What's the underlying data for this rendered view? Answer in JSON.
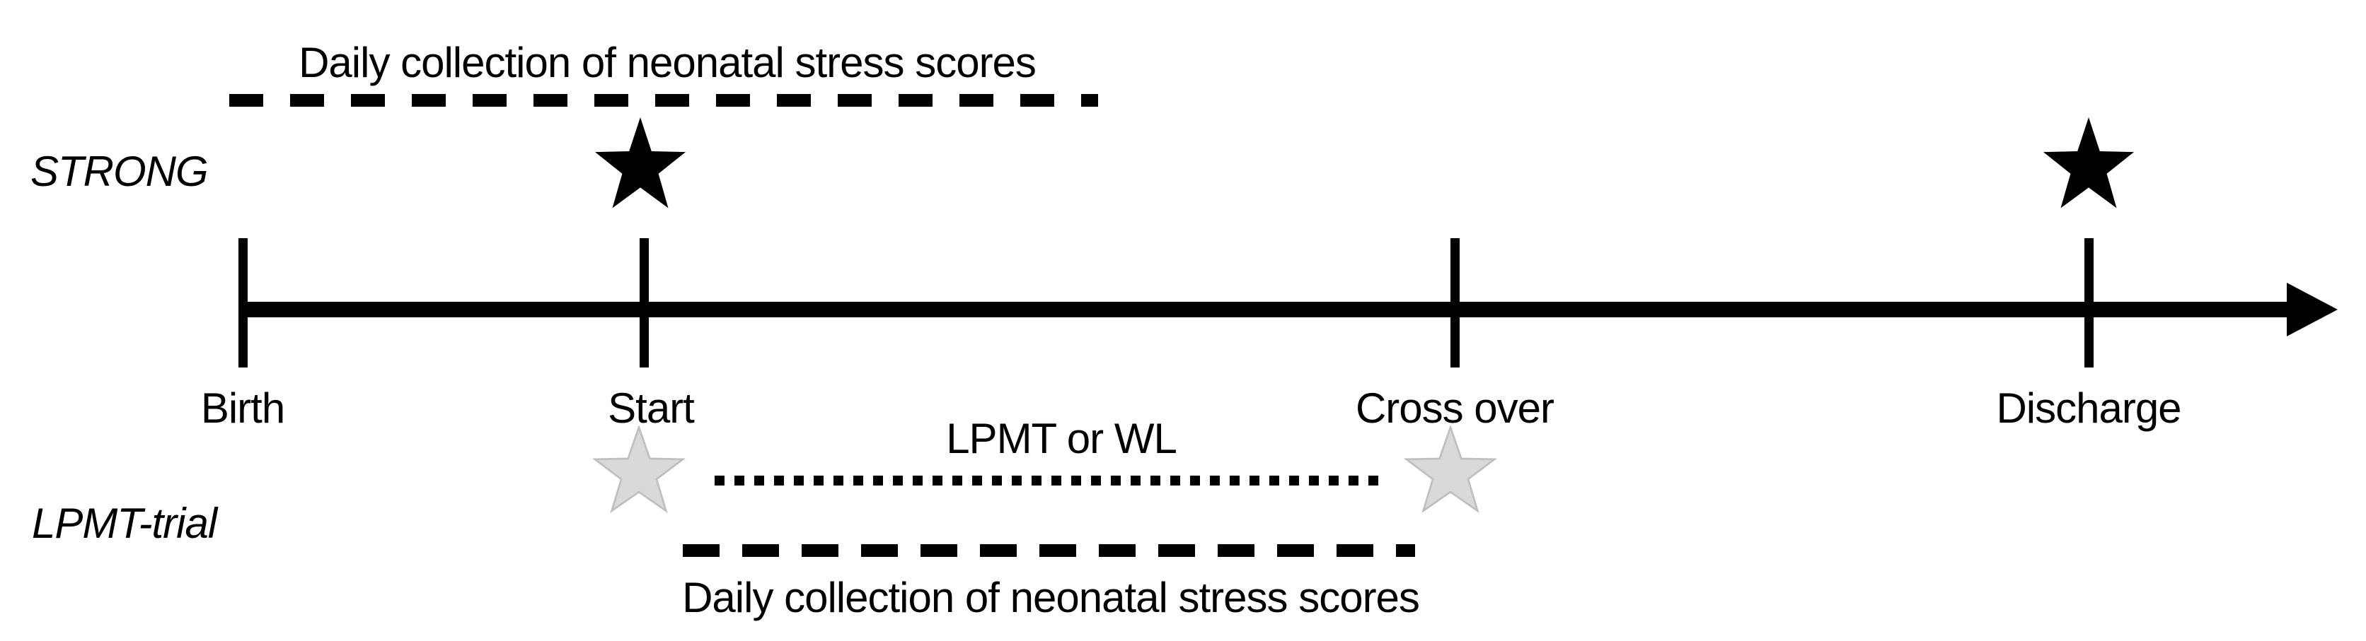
{
  "figure": {
    "background_color": "#ffffff",
    "ink_color": "#000000",
    "strong_row_label": "STRONG",
    "lpmt_row_label": "LPMT-trial",
    "top_annotation": {
      "label": "Daily collection of neonatal stress scores",
      "line_style": "dashed"
    },
    "bottom_annotation": {
      "label": "Daily collection of neonatal stress scores",
      "line_style": "dashed"
    },
    "intervention": {
      "label": "LPMT or WL",
      "line_style": "dotted"
    },
    "timeline": {
      "direction": "left-to-right-arrow",
      "milestones": [
        {
          "label": "Birth"
        },
        {
          "label": "Start"
        },
        {
          "label": "Cross over"
        },
        {
          "label": "Discharge"
        }
      ]
    },
    "stars": {
      "black_fill": "#000000",
      "gray_fill": "#d9d9d9",
      "gray_border": "#bfbfbf",
      "strong_star_milestones": [
        "Start",
        "Discharge"
      ],
      "lpmt_star_milestones": [
        "Start",
        "Cross over"
      ]
    }
  }
}
